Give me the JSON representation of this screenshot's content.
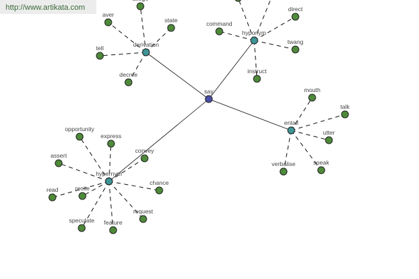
{
  "watermark": "http://www.artikata.com",
  "colors": {
    "root": "#4b4fa8",
    "relation": "#3f9496",
    "leaf": "#4e8a3a"
  },
  "graph": {
    "root": "say",
    "relations": [
      {
        "id": "derivation",
        "label": "derivation",
        "words": [
          "allege",
          "aver",
          "state",
          "tell",
          "decree"
        ]
      },
      {
        "id": "hyponym",
        "label": "hyponym",
        "words": [
          "",
          "",
          "direct",
          "command",
          "twang",
          "instruct"
        ]
      },
      {
        "id": "entail",
        "label": "entail",
        "words": [
          "mouth",
          "talk",
          "utter",
          "speak",
          "verbalise"
        ]
      },
      {
        "id": "hypernym",
        "label": "hypernym",
        "words": [
          "opportunity",
          "express",
          "convey",
          "assert",
          "chance",
          "read",
          "recite",
          "request",
          "speculate",
          "feature"
        ]
      }
    ]
  }
}
